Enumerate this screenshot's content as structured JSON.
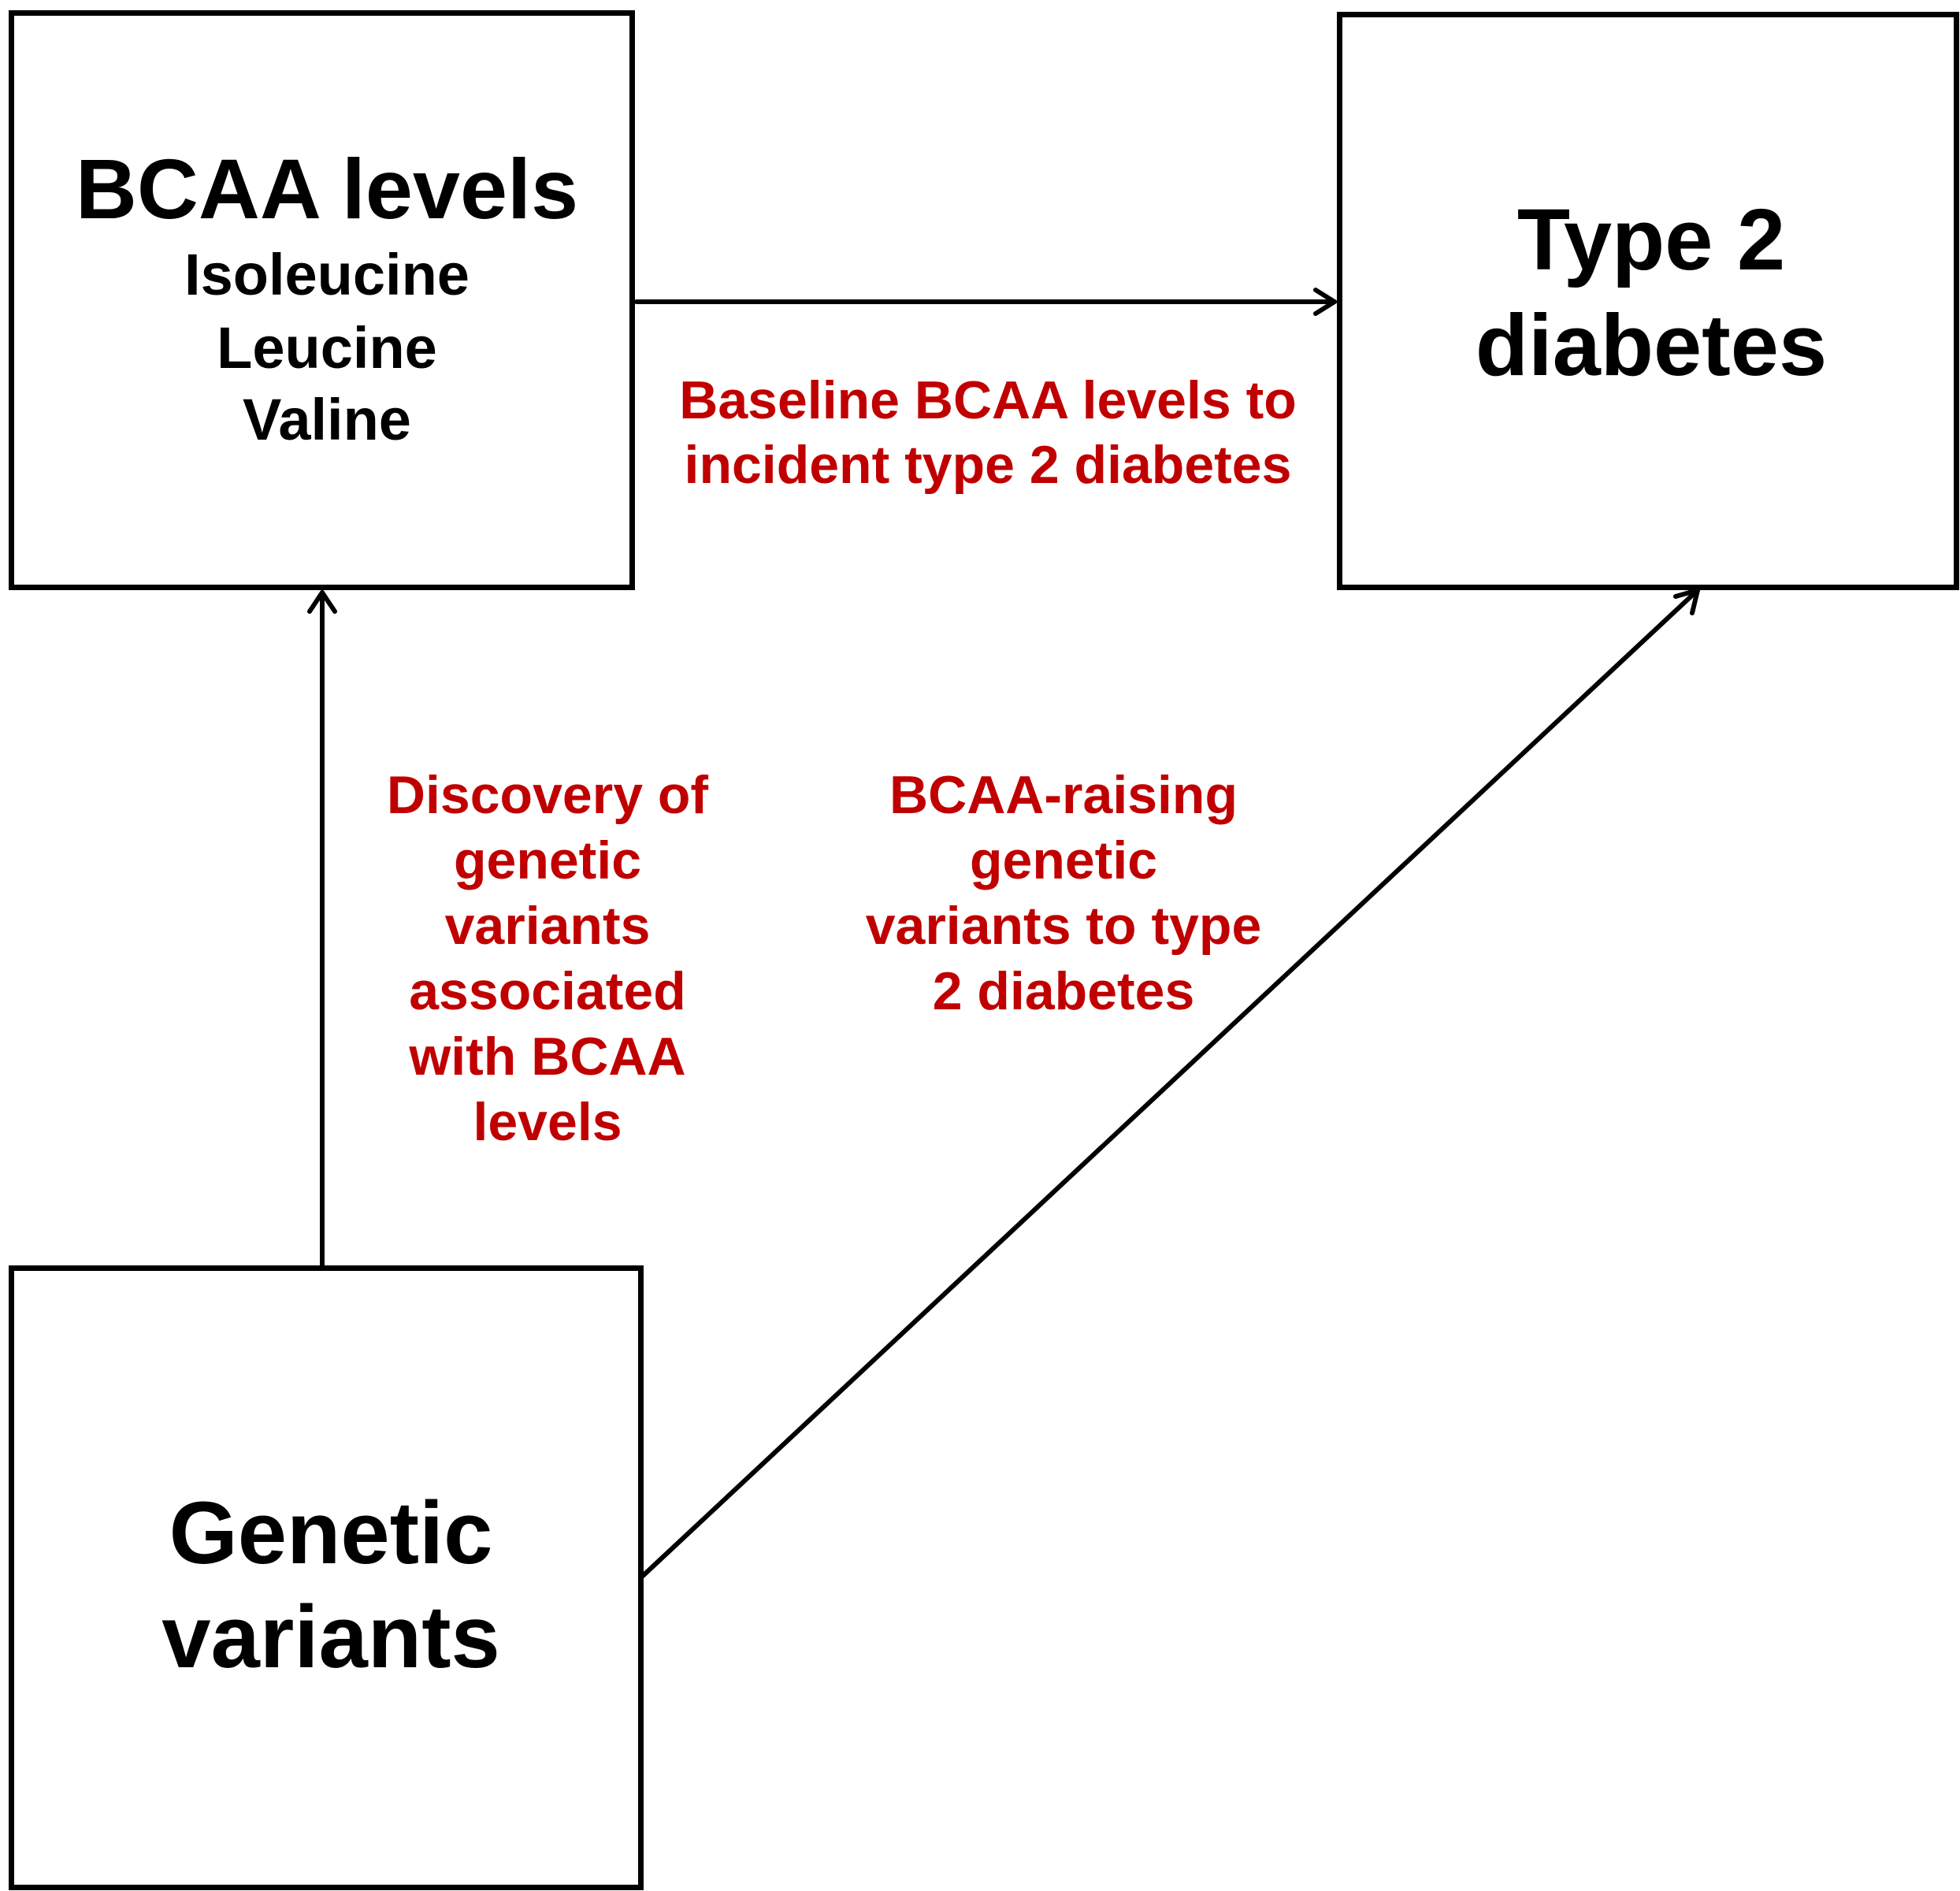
{
  "diagram": {
    "nodes": {
      "bcaa": {
        "title": "BCAA levels",
        "items": [
          "Isoleucine",
          "Leucine",
          "Valine"
        ]
      },
      "t2d": {
        "lines": [
          "Type 2",
          "diabetes"
        ]
      },
      "genetic": {
        "lines": [
          "Genetic",
          "variants"
        ]
      }
    },
    "edges": [
      {
        "from": "bcaa",
        "to": "t2d",
        "label_lines": [
          "Baseline BCAA levels to",
          "incident type 2 diabetes"
        ]
      },
      {
        "from": "genetic",
        "to": "bcaa",
        "label_lines": [
          "Discovery of",
          "genetic",
          "variants",
          "associated",
          "with BCAA",
          "levels"
        ]
      },
      {
        "from": "genetic",
        "to": "t2d",
        "label_lines": [
          "BCAA-raising",
          "genetic",
          "variants to type",
          "2 diabetes"
        ]
      }
    ],
    "colors": {
      "node_text": "#000000",
      "edge_label": "#c00000",
      "stroke": "#000000"
    }
  }
}
